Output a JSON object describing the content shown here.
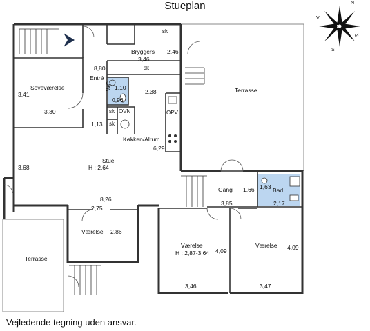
{
  "title": "Stueplan",
  "disclaimer": "Vejledende tegning uden ansvar.",
  "compass": {
    "n": "N",
    "s": "S",
    "v": "V",
    "o": "Ø"
  },
  "rooms": {
    "sk_top": "sk",
    "bryggers": "Bryggers",
    "bryggers_w": "3,46",
    "bryggers_d": "2,46",
    "sk_mid": "sk",
    "entre_d": "8,80",
    "entre": "Entré",
    "wc": "WC",
    "wc_w": "1,10",
    "wc_d": "0,96",
    "soveværelse": "Soveværelse",
    "sove_d": "3,41",
    "sove_w": "3,30",
    "kitchen_dim": "2,38",
    "sk1": "sk",
    "ovn": "OVN",
    "sk2": "sk",
    "opv": "OPV",
    "dim_113": "1,13",
    "kokken": "Køkken/Alrum",
    "kokken_d": "6,29",
    "terrasse_right": "Terrasse",
    "stue": "Stue",
    "stue_h": "H : 2,64",
    "stue_d": "3,68",
    "stue_w": "8,26",
    "gang": "Gang",
    "gang_w": "1,66",
    "gang_d": "3,85",
    "bad_w": "1,63",
    "bad": "Bad",
    "bad_d": "2,17",
    "v1_w": "2,75",
    "v1": "Værelse",
    "v1_d": "2,86",
    "terrasse_left": "Terrasse",
    "v2": "Værelse",
    "v2_h": "H : 2,87-3,64",
    "v2_d": "4,09",
    "v2_w": "3,46",
    "v3": "Værelse",
    "v3_d": "4,09",
    "v3_w": "3,47"
  },
  "colors": {
    "wall": "#333333",
    "wet": "#bcd6f0",
    "arrow": "#1e2f4d"
  }
}
